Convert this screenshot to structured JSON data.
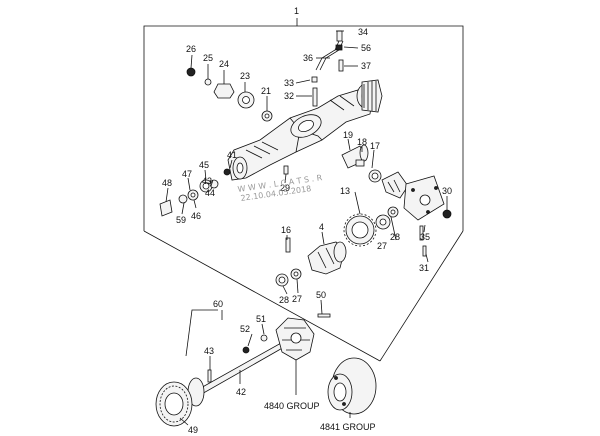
{
  "diagram": {
    "callouts": [
      {
        "id": "c1",
        "text": "1"
      },
      {
        "id": "c34",
        "text": "34"
      },
      {
        "id": "c56",
        "text": "56"
      },
      {
        "id": "c36",
        "text": "36"
      },
      {
        "id": "c37",
        "text": "37"
      },
      {
        "id": "c26",
        "text": "26"
      },
      {
        "id": "c25",
        "text": "25"
      },
      {
        "id": "c24",
        "text": "24"
      },
      {
        "id": "c23",
        "text": "23"
      },
      {
        "id": "c33",
        "text": "33"
      },
      {
        "id": "c32",
        "text": "32"
      },
      {
        "id": "c21",
        "text": "21"
      },
      {
        "id": "c19",
        "text": "19"
      },
      {
        "id": "c18",
        "text": "18"
      },
      {
        "id": "c17",
        "text": "17"
      },
      {
        "id": "c41",
        "text": "41"
      },
      {
        "id": "c45",
        "text": "45"
      },
      {
        "id": "c47",
        "text": "47"
      },
      {
        "id": "c48",
        "text": "48"
      },
      {
        "id": "c43a",
        "text": "43"
      },
      {
        "id": "c44",
        "text": "44"
      },
      {
        "id": "c46",
        "text": "46"
      },
      {
        "id": "c59",
        "text": "59"
      },
      {
        "id": "c29",
        "text": "29"
      },
      {
        "id": "c13",
        "text": "13"
      },
      {
        "id": "c30",
        "text": "30"
      },
      {
        "id": "c4",
        "text": "4"
      },
      {
        "id": "c16",
        "text": "16"
      },
      {
        "id": "c28a",
        "text": "28"
      },
      {
        "id": "c27a",
        "text": "27"
      },
      {
        "id": "c35",
        "text": "35"
      },
      {
        "id": "c31",
        "text": "31"
      },
      {
        "id": "c28b",
        "text": "28"
      },
      {
        "id": "c27b",
        "text": "27"
      },
      {
        "id": "c50",
        "text": "50"
      },
      {
        "id": "c60",
        "text": "60"
      },
      {
        "id": "c52",
        "text": "52"
      },
      {
        "id": "c51",
        "text": "51"
      },
      {
        "id": "c43b",
        "text": "43"
      },
      {
        "id": "c42",
        "text": "42"
      },
      {
        "id": "c49",
        "text": "49"
      }
    ],
    "groups": [
      {
        "id": "g4840",
        "text": "4840 GROUP"
      },
      {
        "id": "g4841",
        "text": "4841 GROUP"
      }
    ],
    "watermark": {
      "line1": "W W W . L C A T S . R",
      "line2": "22.10.04.05.2018"
    }
  }
}
